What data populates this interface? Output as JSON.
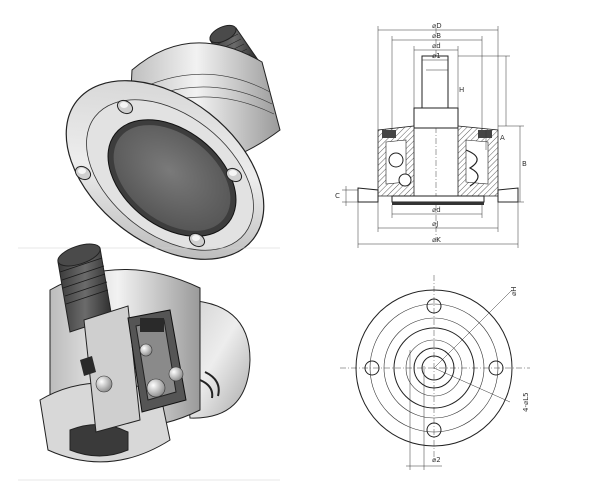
{
  "drawing": {
    "section_dimensions": {
      "top_diameters": [
        "⌀D",
        "⌀B",
        "⌀d",
        "⌀1"
      ],
      "flange_height": "H",
      "side_height": "A",
      "overall_height": "B",
      "left_offset": "C",
      "bore_diameter": "⌀d",
      "bottom_diameters": [
        "⌀J",
        "⌀K"
      ]
    },
    "plan_dimensions": {
      "hole_label": "⌀H",
      "bolt_circle_label": "4-⌀L5",
      "hub_label": "⌀2"
    }
  },
  "colors": {
    "line": "#222222",
    "shade_light": "#e6e6e6",
    "shade_mid": "#bdbdbd",
    "shade_dark": "#555555",
    "face": "#6a6a6a"
  }
}
